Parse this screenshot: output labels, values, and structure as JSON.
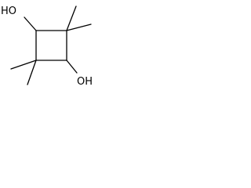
{
  "molecule": {
    "atoms": [
      {
        "id": "o1",
        "label": "HO"
      },
      {
        "id": "o2",
        "label": "OH"
      }
    ]
  }
}
